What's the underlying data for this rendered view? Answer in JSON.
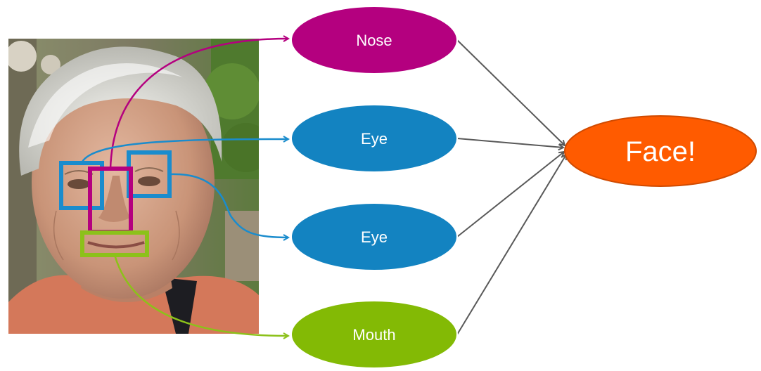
{
  "diagram": {
    "photo": {
      "subject": "portrait-photo"
    },
    "feature_boxes": [
      {
        "id": "left-eye",
        "color": "#1a8ccd"
      },
      {
        "id": "right-eye",
        "color": "#1a8ccd"
      },
      {
        "id": "nose",
        "color": "#b4007f"
      },
      {
        "id": "mouth",
        "color": "#8cc11a"
      }
    ],
    "nodes": [
      {
        "id": "nose",
        "label": "Nose",
        "color": "#b4007f"
      },
      {
        "id": "eye1",
        "label": "Eye",
        "color": "#1383c1"
      },
      {
        "id": "eye2",
        "label": "Eye",
        "color": "#1383c1"
      },
      {
        "id": "mouth",
        "label": "Mouth",
        "color": "#83ba05"
      },
      {
        "id": "face",
        "label": "Face!",
        "color": "#ff5b00"
      }
    ],
    "edges": [
      {
        "from": "nose",
        "to": "face"
      },
      {
        "from": "eye1",
        "to": "face"
      },
      {
        "from": "eye2",
        "to": "face"
      },
      {
        "from": "mouth",
        "to": "face"
      }
    ],
    "edge_color": "#595959"
  }
}
